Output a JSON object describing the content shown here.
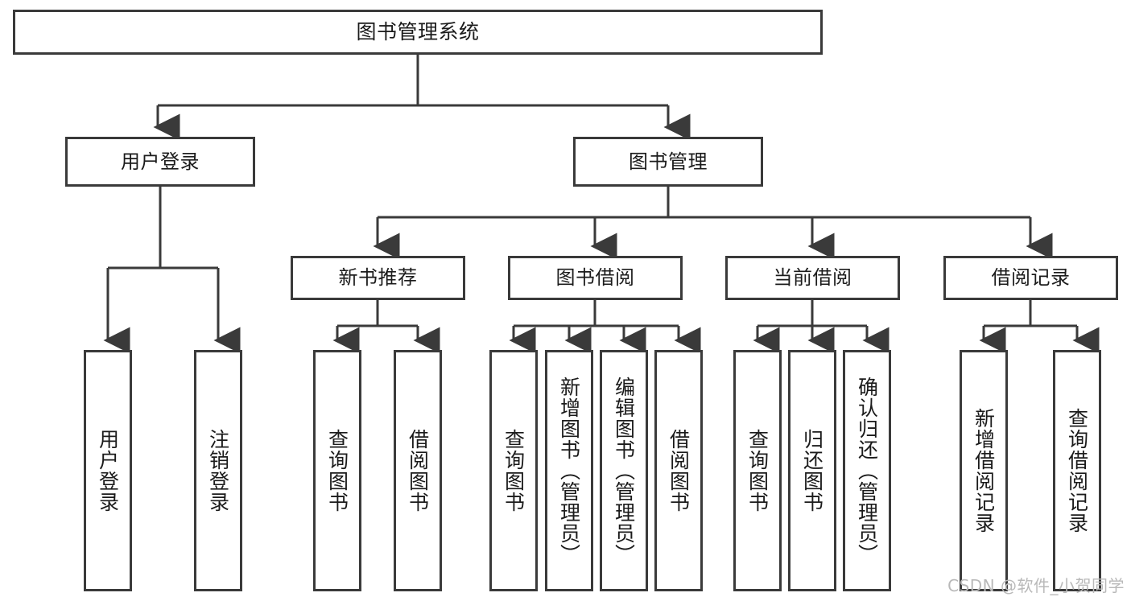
{
  "diagram": {
    "title": "图书管理系统",
    "type": "tree-hierarchy-functional-structure",
    "root": {
      "label": "图书管理系统"
    },
    "level1": [
      {
        "label": "用户登录"
      },
      {
        "label": "图书管理"
      }
    ],
    "level2": [
      {
        "label": "新书推荐"
      },
      {
        "label": "图书借阅"
      },
      {
        "label": "当前借阅"
      },
      {
        "label": "借阅记录"
      }
    ],
    "leaves": {
      "user_login": [
        {
          "label": "用户登录"
        },
        {
          "label": "注销登录"
        }
      ],
      "new_book_recommend": [
        {
          "label": "查询图书"
        },
        {
          "label": "借阅图书"
        }
      ],
      "book_borrow": [
        {
          "label": "查询图书"
        },
        {
          "label": "新增图书（管理员）"
        },
        {
          "label": "编辑图书（管理员）"
        },
        {
          "label": "借阅图书"
        }
      ],
      "current_borrow": [
        {
          "label": "查询图书"
        },
        {
          "label": "归还图书"
        },
        {
          "label": "确认归还（管理员）"
        }
      ],
      "borrow_record": [
        {
          "label": "新增借阅记录"
        },
        {
          "label": "查询借阅记录"
        }
      ]
    },
    "watermark": "CSDN @软件_小贺同学",
    "colors": {
      "stroke": "#3a3a3a",
      "text": "#1b1b1b",
      "background": "#ffffff",
      "watermark": "#b9b9b9"
    }
  }
}
